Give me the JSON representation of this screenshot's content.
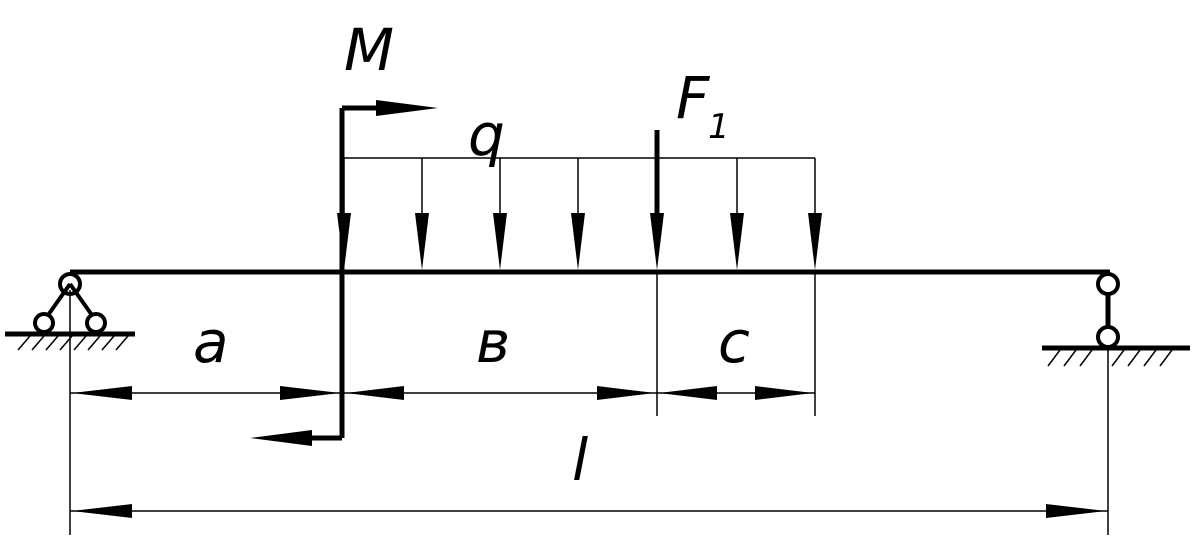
{
  "diagram": {
    "labels": {
      "moment": "M",
      "force": "F",
      "force_subscript": "1",
      "distributed_load": "q",
      "dim_a": "a",
      "dim_b": "в",
      "dim_c": "c",
      "span": "l"
    },
    "distributed_load_arrow_count": 6
  }
}
